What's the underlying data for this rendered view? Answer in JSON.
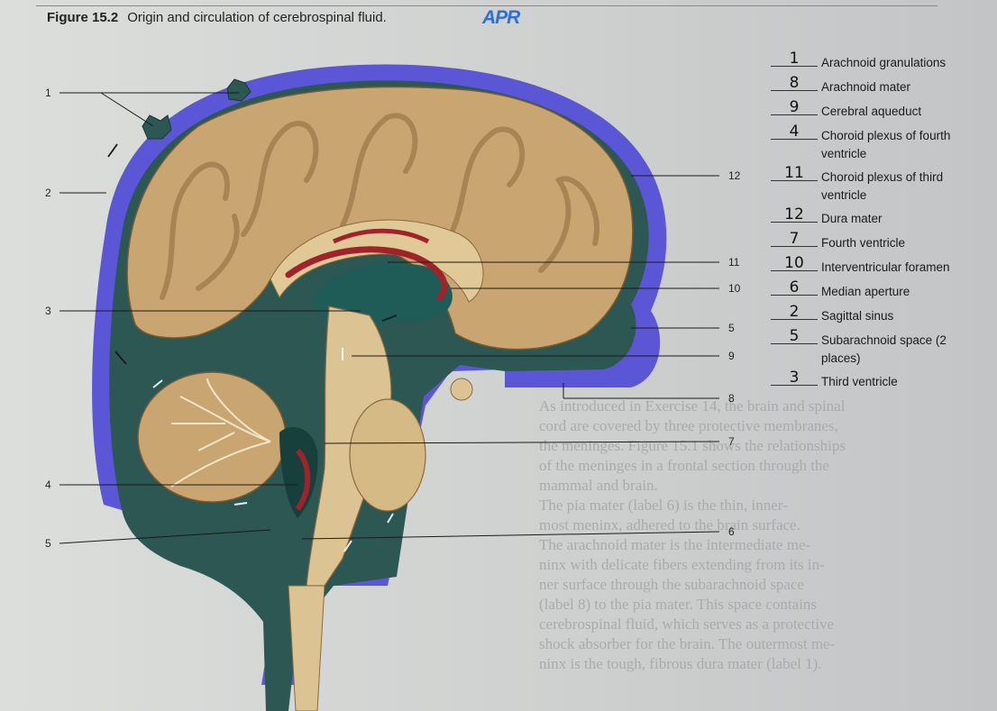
{
  "figure": {
    "number": "Figure 15.2",
    "caption": "Origin and circulation of cerebrospinal fluid.",
    "logo": "APR"
  },
  "callouts_left": [
    "1",
    "2",
    "3",
    "4",
    "5"
  ],
  "callouts_right": [
    "12",
    "11",
    "10",
    "5",
    "9",
    "8",
    "7",
    "6"
  ],
  "key": [
    {
      "answer": "1",
      "term": "Arachnoid granulations"
    },
    {
      "answer": "8",
      "term": "Arachnoid mater"
    },
    {
      "answer": "9",
      "term": "Cerebral aqueduct"
    },
    {
      "answer": "4",
      "term": "Choroid plexus of fourth ventricle"
    },
    {
      "answer": "11",
      "term": "Choroid plexus of third ventricle"
    },
    {
      "answer": "12",
      "term": "Dura mater"
    },
    {
      "answer": "7",
      "term": "Fourth ventricle"
    },
    {
      "answer": "10",
      "term": "Interventricular foramen"
    },
    {
      "answer": "6",
      "term": "Median aperture"
    },
    {
      "answer": "2",
      "term": "Sagittal sinus"
    },
    {
      "answer": "5",
      "term": "Subarachnoid space (2 places)"
    },
    {
      "answer": "3",
      "term": "Third ventricle"
    }
  ],
  "background_text": [
    "As introduced in Exercise 14, the brain and spinal",
    "cord are covered by three protective membranes,",
    "the meninges. Figure 15.1 shows the relationships",
    "of the meninges in a frontal section through the",
    "mammal and brain.",
    "The pia mater (label 6) is the thin, inner-",
    "most meninx, adhered to the brain surface.",
    "The arachnoid mater is the intermediate me-",
    "ninx with delicate fibers extending from its in-",
    "ner surface through the subarachnoid space",
    "(label 8) to the pia mater. This space contains",
    "cerebrospinal fluid, which serves as a protective",
    "shock absorber for the brain. The outermost me-",
    "ninx is the tough, fibrous dura mater (label 1)."
  ],
  "colors": {
    "dura_sinus": "#5b56d6",
    "subarachnoid": "#2f5e5a",
    "brain": "#c9a572",
    "choroid": "#a0232b",
    "ventricle": "#1f5c58"
  }
}
